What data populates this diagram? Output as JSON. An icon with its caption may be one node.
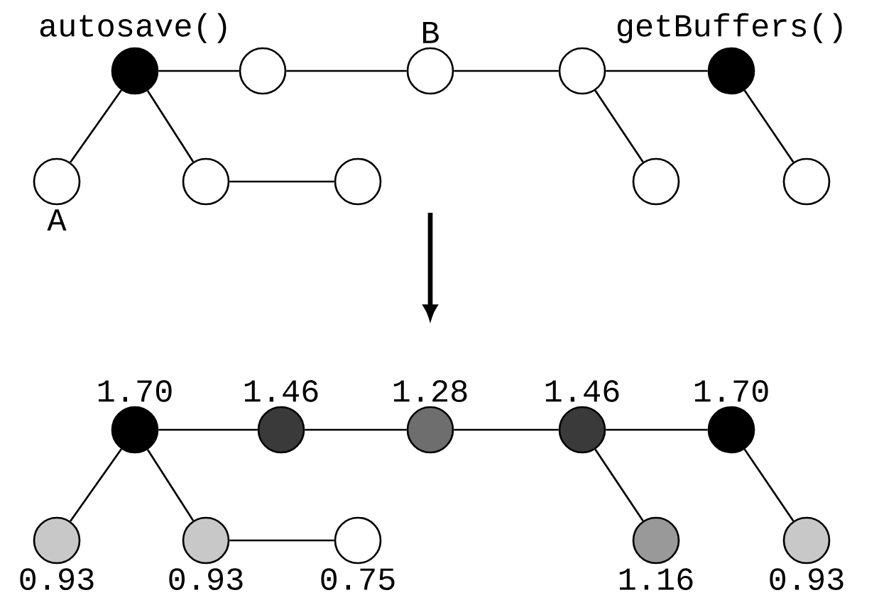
{
  "diagram": {
    "nodes": [
      {
        "text": [],
        "shape": "circle",
        "beside": [
          "autosave()"
        ]
      },
      {
        "text": [],
        "shape": "circle"
      },
      {
        "text": [],
        "shape": "circle",
        "beside": [
          "B"
        ]
      },
      {
        "text": [],
        "shape": "circle"
      },
      {
        "text": [],
        "shape": "circle",
        "beside": [
          "getBuffers()"
        ]
      },
      {
        "text": [],
        "shape": "circle",
        "beside": [
          "A"
        ]
      },
      {
        "text": [],
        "shape": "circle"
      },
      {
        "text": [],
        "shape": "circle"
      },
      {
        "text": [],
        "shape": "circle"
      },
      {
        "text": [],
        "shape": "circle"
      },
      {
        "text": [],
        "shape": "circle",
        "beside": [
          "1.70"
        ]
      },
      {
        "text": [],
        "shape": "circle",
        "beside": [
          "1.46"
        ]
      },
      {
        "text": [],
        "shape": "circle",
        "beside": [
          "1.28"
        ]
      },
      {
        "text": [],
        "shape": "circle",
        "beside": [
          "1.46"
        ]
      },
      {
        "text": [],
        "shape": "circle",
        "beside": [
          "1.70"
        ]
      },
      {
        "text": [],
        "shape": "circle",
        "beside": [
          "0.93"
        ]
      },
      {
        "text": [],
        "shape": "circle",
        "beside": [
          "0.93"
        ]
      },
      {
        "text": [],
        "shape": "circle",
        "beside": [
          "0.75"
        ]
      },
      {
        "text": [],
        "shape": "circle",
        "beside": [
          "1.16"
        ]
      },
      {
        "text": [],
        "shape": "circle",
        "beside": [
          "0.93"
        ]
      }
    ],
    "edges": [
      {
        "from": 0,
        "to": 1,
        "arrow": "none"
      },
      {
        "from": 1,
        "to": 2,
        "arrow": "none"
      },
      {
        "from": 2,
        "to": 3,
        "arrow": "none"
      },
      {
        "from": 3,
        "to": 4,
        "arrow": "none"
      },
      {
        "from": 0,
        "to": 5,
        "arrow": "none"
      },
      {
        "from": 0,
        "to": 6,
        "arrow": "none"
      },
      {
        "from": 6,
        "to": 7,
        "arrow": "none"
      },
      {
        "from": 3,
        "to": 8,
        "arrow": "none"
      },
      {
        "from": 4,
        "to": 9,
        "arrow": "none"
      },
      {
        "from": 10,
        "to": 11,
        "arrow": "none"
      },
      {
        "from": 11,
        "to": 12,
        "arrow": "none"
      },
      {
        "from": 12,
        "to": 13,
        "arrow": "none"
      },
      {
        "from": 13,
        "to": 14,
        "arrow": "none"
      },
      {
        "from": 10,
        "to": 15,
        "arrow": "none"
      },
      {
        "from": 10,
        "to": 16,
        "arrow": "none"
      },
      {
        "from": 16,
        "to": 17,
        "arrow": "none"
      },
      {
        "from": 13,
        "to": 18,
        "arrow": "none"
      },
      {
        "from": 14,
        "to": 19,
        "arrow": "none"
      }
    ]
  }
}
